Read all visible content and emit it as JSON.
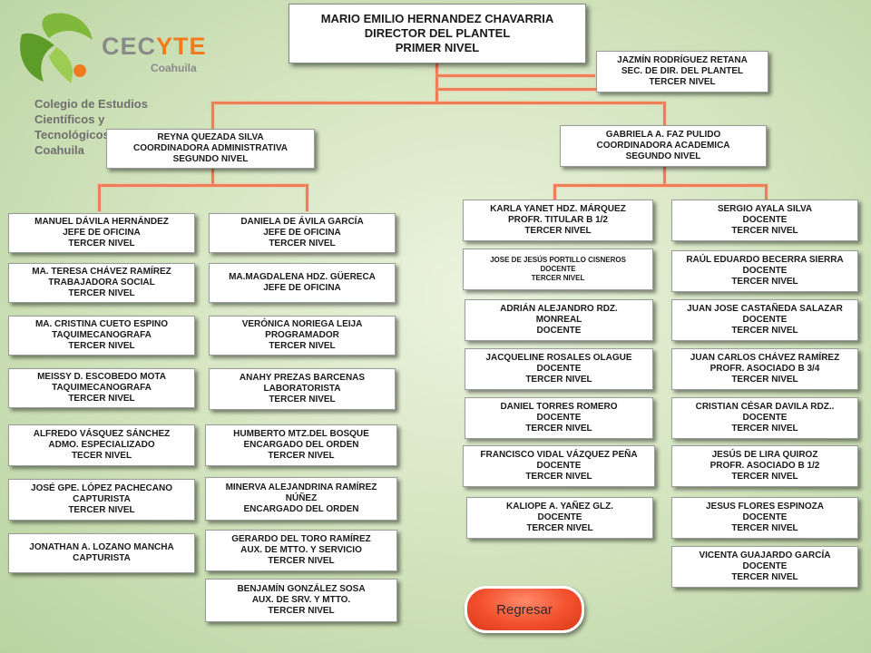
{
  "logo": {
    "brand_left": "CEC",
    "brand_right": "YTE",
    "region": "Coahuila",
    "institution_line1": "Colegio de Estudios Científicos y",
    "institution_line2": "Tecnológicos del Estado de Coahuila"
  },
  "director": [
    "MARIO EMILIO HERNANDEZ CHAVARRIA",
    "DIRECTOR DEL PLANTEL",
    "PRIMER NIVEL"
  ],
  "secretary": [
    "JAZMÍN RODRÍGUEZ RETANA",
    "SEC. DE DIR. DEL PLANTEL",
    "TERCER NIVEL"
  ],
  "coord_admin": [
    "REYNA QUEZADA SILVA",
    "COORDINADORA ADMINISTRATIVA",
    "SEGUNDO NIVEL"
  ],
  "coord_acad": [
    "GABRIELA A. FAZ PULIDO",
    "COORDINADORA ACADEMICA",
    "SEGUNDO NIVEL"
  ],
  "admin_col1": [
    [
      "MANUEL DÁVILA HERNÁNDEZ",
      "JEFE DE OFICINA",
      "TERCER NIVEL"
    ],
    [
      "MA. TERESA CHÁVEZ RAMÍREZ",
      "TRABAJADORA SOCIAL",
      "TERCER NIVEL"
    ],
    [
      "MA. CRISTINA CUETO ESPINO",
      "TAQUIMECANOGRAFA",
      "TERCER NIVEL"
    ],
    [
      "MEISSY D. ESCOBEDO MOTA",
      "TAQUIMECANOGRAFA",
      "TERCER NIVEL"
    ],
    [
      "ALFREDO VÁSQUEZ SÁNCHEZ",
      "ADMO. ESPECIALIZADO",
      "TECER NIVEL"
    ],
    [
      "JOSÉ GPE. LÓPEZ PACHECANO",
      "CAPTURISTA",
      "TERCER NIVEL"
    ],
    [
      "JONATHAN A. LOZANO MANCHA",
      "CAPTURISTA"
    ]
  ],
  "admin_col2": [
    [
      "DANIELA DE ÁVILA GARCÍA",
      "JEFE DE OFICINA",
      "TERCER NIVEL"
    ],
    [
      "MA.MAGDALENA HDZ. GÜERECA",
      "JEFE DE OFICINA"
    ],
    [
      "VERÓNICA NORIEGA LEIJA",
      "PROGRAMADOR",
      "TERCER NIVEL"
    ],
    [
      "ANAHY PREZAS BARCENAS",
      "LABORATORISTA",
      "TERCER NIVEL"
    ],
    [
      "HUMBERTO MTZ.DEL BOSQUE",
      "ENCARGADO DEL ORDEN",
      "TERCER NIVEL"
    ],
    [
      "MINERVA ALEJANDRINA RAMÍREZ",
      "NÚÑEZ",
      "ENCARGADO DEL ORDEN"
    ],
    [
      "GERARDO DEL TORO RAMÍREZ",
      "AUX. DE MTTO. Y SERVICIO",
      "TERCER NIVEL"
    ],
    [
      "BENJAMÍN GONZÁLEZ SOSA",
      "AUX. DE SRV. Y MTTO.",
      "TERCER NIVEL"
    ]
  ],
  "acad_col1": [
    [
      "KARLA YANET HDZ. MÁRQUEZ",
      "PROFR. TITULAR B 1/2",
      "TERCER NIVEL"
    ],
    [
      "JOSE DE JESÚS PORTILLO CISNEROS",
      "DOCENTE",
      "TERCER NIVEL"
    ],
    [
      "ADRIÁN ALEJANDRO RDZ.",
      "MONREAL",
      "DOCENTE"
    ],
    [
      "JACQUELINE ROSALES OLAGUE",
      "DOCENTE",
      "TERCER NIVEL"
    ],
    [
      "DANIEL TORRES ROMERO",
      "DOCENTE",
      "TERCER NIVEL"
    ],
    [
      "FRANCISCO VIDAL VÁZQUEZ PEÑA",
      "DOCENTE",
      "TERCER NIVEL"
    ],
    [
      "KALIOPE A. YAÑEZ GLZ.",
      "DOCENTE",
      "TERCER NIVEL"
    ]
  ],
  "acad_col2": [
    [
      "SERGIO AYALA SILVA",
      "DOCENTE",
      "TERCER NIVEL"
    ],
    [
      "RAÚL EDUARDO BECERRA SIERRA",
      "DOCENTE",
      "TERCER NIVEL"
    ],
    [
      "JUAN JOSE CASTAÑEDA SALAZAR",
      "DOCENTE",
      "TERCER NIVEL"
    ],
    [
      "JUAN CARLOS CHÁVEZ RAMÍREZ",
      "PROFR. ASOCIADO B 3/4",
      "TERCER NIVEL"
    ],
    [
      "CRISTIAN CÉSAR DAVILA RDZ..",
      "DOCENTE",
      "TERCER NIVEL"
    ],
    [
      "JESÚS DE LIRA QUIROZ",
      "PROFR. ASOCIADO B 1/2",
      "TERCER NIVEL"
    ],
    [
      "JESUS FLORES ESPINOZA",
      "DOCENTE",
      "TERCER NIVEL"
    ],
    [
      "VICENTA GUAJARDO GARCÍA",
      "DOCENTE",
      "TERCER NIVEL"
    ]
  ],
  "back_button": "Regresar",
  "colors": {
    "connector": "#ef7d55",
    "button": "#f3502e",
    "brand_orange": "#f07c1e"
  }
}
